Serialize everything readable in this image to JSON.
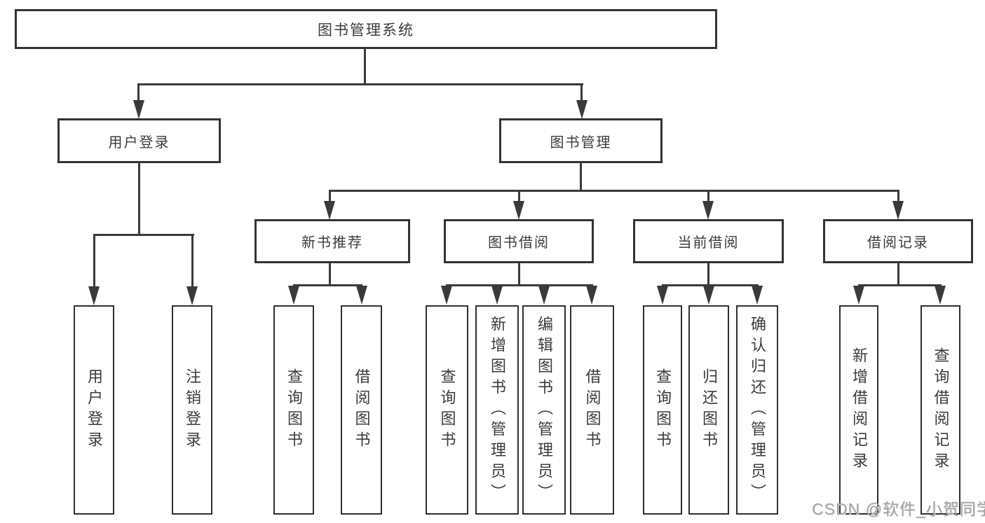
{
  "diagram": {
    "title": "图书管理系统",
    "children": [
      {
        "label": "用户登录",
        "children": [
          {
            "label": "用户登录"
          },
          {
            "label": "注销登录"
          }
        ]
      },
      {
        "label": "图书管理",
        "children": [
          {
            "label": "新书推荐",
            "children": [
              {
                "label": "查询图书"
              },
              {
                "label": "借阅图书"
              }
            ]
          },
          {
            "label": "图书借阅",
            "children": [
              {
                "label": "查询图书"
              },
              {
                "label": "新增图书（管理员）"
              },
              {
                "label": "编辑图书（管理员）"
              },
              {
                "label": "借阅图书"
              }
            ]
          },
          {
            "label": "当前借阅",
            "children": [
              {
                "label": "查询图书"
              },
              {
                "label": "归还图书"
              },
              {
                "label": "确认归还（管理员）"
              }
            ]
          },
          {
            "label": "借阅记录",
            "children": [
              {
                "label": "新增借阅记录"
              },
              {
                "label": "查询借阅记录"
              }
            ]
          }
        ]
      }
    ]
  },
  "watermark": {
    "text": "CSDN @软件_小贺同学"
  },
  "colors": {
    "background": "#ffffff",
    "line": "#3a3a3a",
    "box_border": "#333333",
    "text": "#3b3b3b",
    "watermark_text": "#a3a3a3"
  }
}
